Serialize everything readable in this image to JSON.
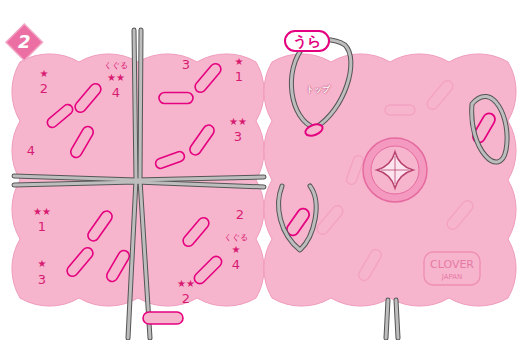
{
  "diagram": {
    "nodes": [
      {
        "text": [
          "2"
        ]
      },
      {
        "text": [
          "うら"
        ]
      }
    ],
    "labels": [
      "★",
      "2",
      "くぐる",
      "★★",
      "4",
      "3",
      "★",
      "1",
      "★★",
      "3",
      "4",
      "★★",
      "1",
      "2",
      "★",
      "3",
      "★★",
      "2",
      "くぐる",
      "★",
      "4",
      "トップ",
      "CLOVER",
      "JAPAN"
    ]
  }
}
